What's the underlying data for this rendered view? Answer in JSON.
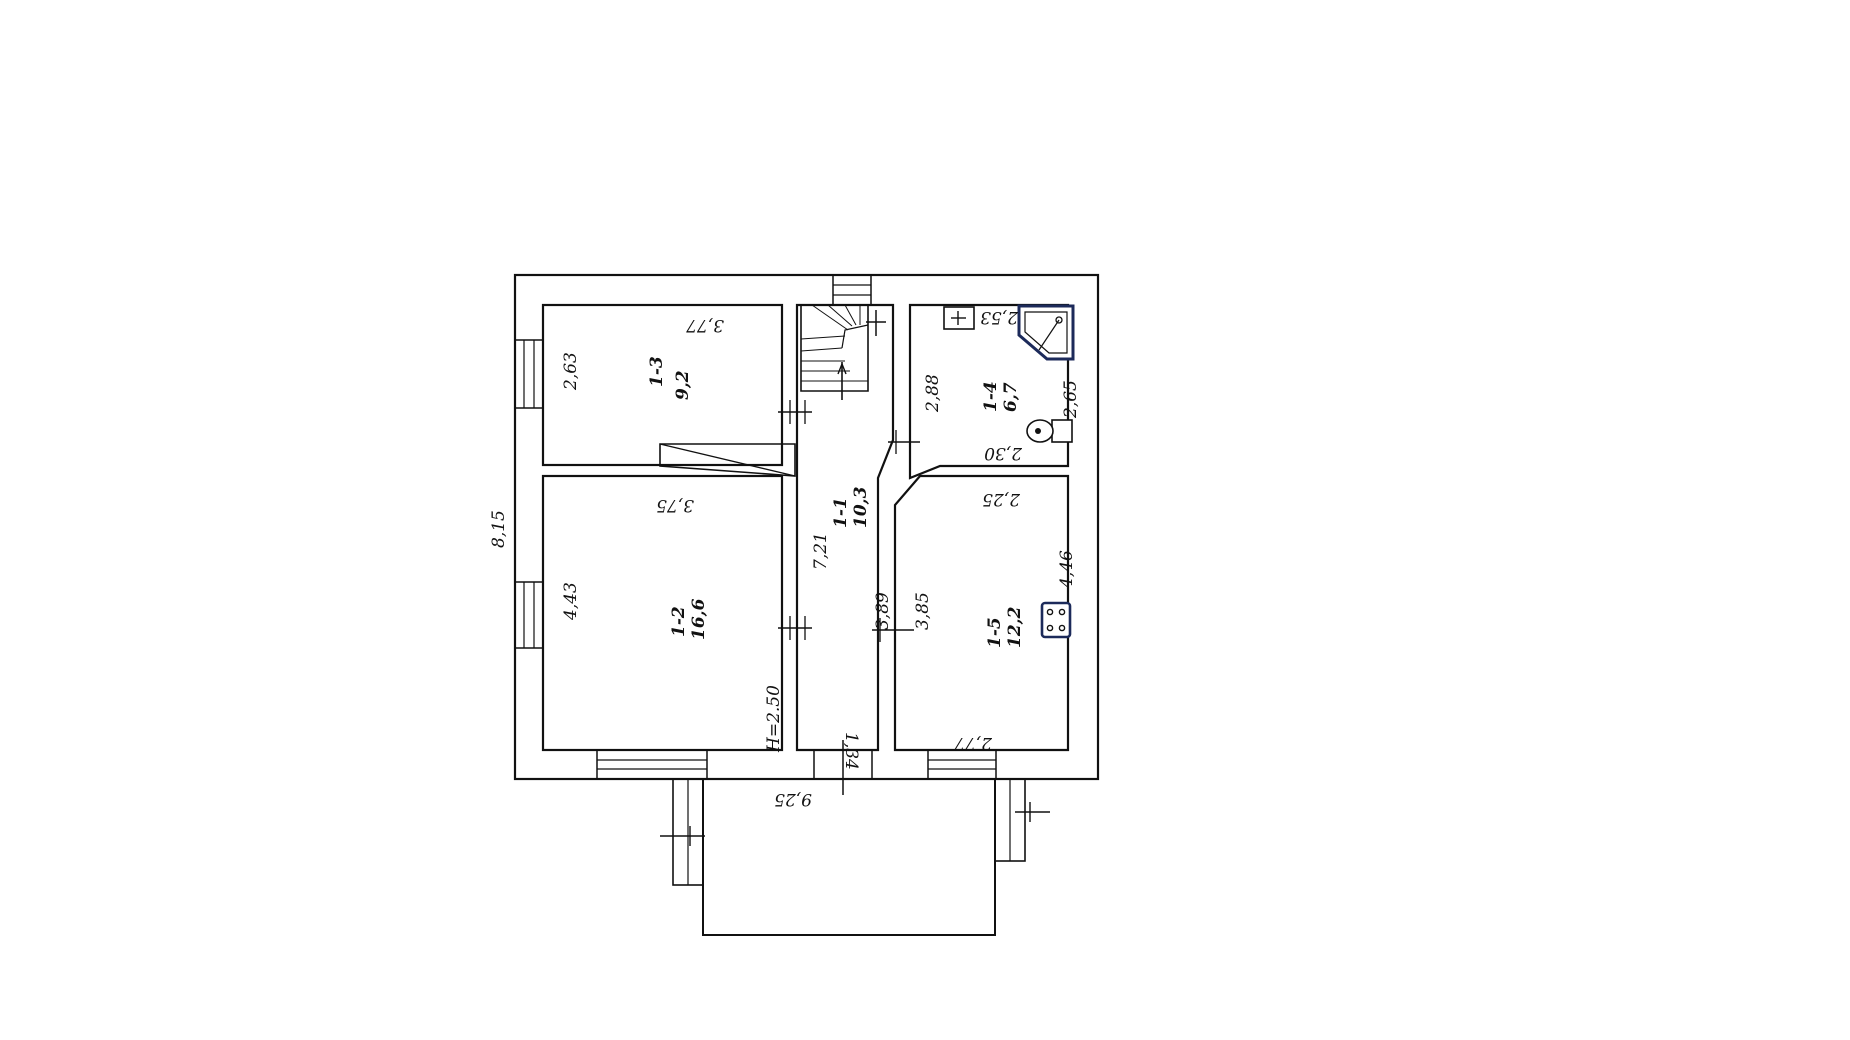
{
  "overall": {
    "width": "9,25",
    "height": "8,15",
    "ceiling_height": "H=2.50"
  },
  "rooms": [
    {
      "id": "1-1",
      "area": "10,3",
      "dims": [
        "7,21",
        "3,89",
        "1,34"
      ]
    },
    {
      "id": "1-2",
      "area": "16,6",
      "dims": [
        "3,75",
        "4,43"
      ]
    },
    {
      "id": "1-3",
      "area": "9,2",
      "dims": [
        "3,77",
        "2,63"
      ]
    },
    {
      "id": "1-4",
      "area": "6,7",
      "dims": [
        "2,53",
        "2,88",
        "2,65",
        "2,30"
      ]
    },
    {
      "id": "1-5",
      "area": "12,2",
      "dims": [
        "2,25",
        "3,85",
        "4,46",
        "2,77"
      ]
    }
  ],
  "icons": [
    "shower-icon",
    "sink-icon",
    "toilet-icon",
    "stove-icon",
    "stair-icon"
  ],
  "colors": {
    "line": "#111111",
    "fixture": "#1c2a5a"
  }
}
